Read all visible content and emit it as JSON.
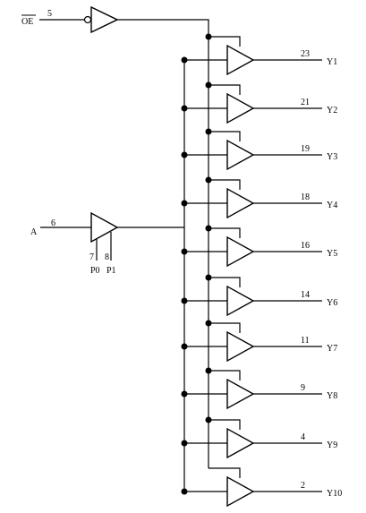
{
  "output_enable": {
    "label": "OE",
    "active_low": true,
    "pin": "5"
  },
  "input": {
    "label": "A",
    "pin": "6"
  },
  "input_buffer_controls": [
    {
      "pin": "7",
      "label": "P0"
    },
    {
      "pin": "8",
      "label": "P1"
    }
  ],
  "outputs": [
    {
      "pin": "23",
      "label": "Y1"
    },
    {
      "pin": "21",
      "label": "Y2"
    },
    {
      "pin": "19",
      "label": "Y3"
    },
    {
      "pin": "18",
      "label": "Y4"
    },
    {
      "pin": "16",
      "label": "Y5"
    },
    {
      "pin": "14",
      "label": "Y6"
    },
    {
      "pin": "11",
      "label": "Y7"
    },
    {
      "pin": "9",
      "label": "Y8"
    },
    {
      "pin": "4",
      "label": "Y9"
    },
    {
      "pin": "2",
      "label": "Y10"
    }
  ],
  "colors": {
    "line": "#000000",
    "background": "#ffffff"
  }
}
